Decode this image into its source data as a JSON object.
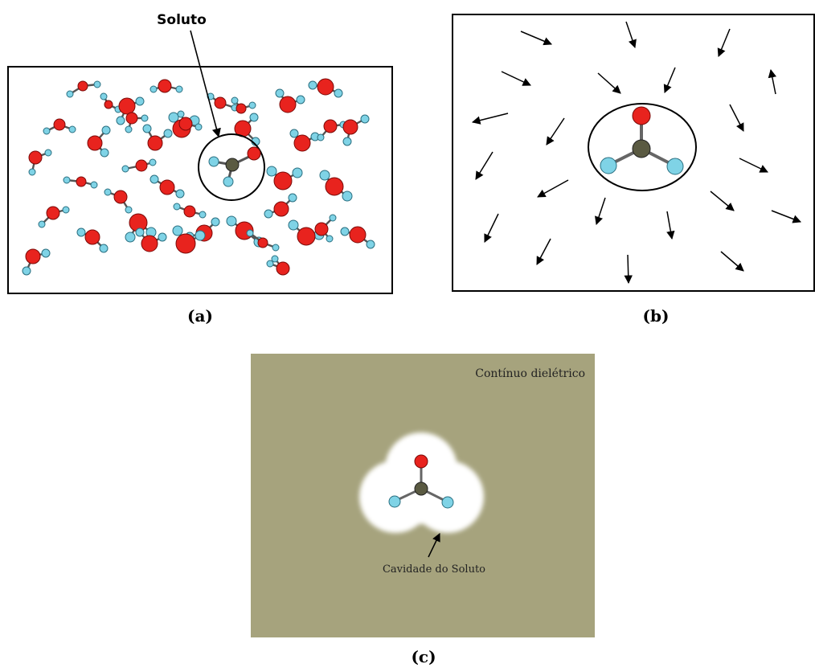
{
  "panels": {
    "a": {
      "label": "(a)",
      "callout": "Soluto"
    },
    "b": {
      "label": "(b)"
    },
    "c": {
      "label": "(c)",
      "medium_text": "Contínuo dielétrico",
      "cavity_text": "Cavidade do Soluto"
    }
  },
  "colors": {
    "oxygen": "#e8231e",
    "hydrogen": "#7fd3e6",
    "central_atom": "#5a5a42",
    "dielectric": "#a6a37d",
    "cavity": "#ffffff",
    "ink": "#000000"
  }
}
